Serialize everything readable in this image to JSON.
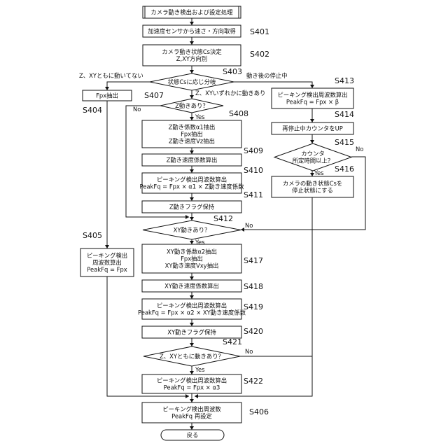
{
  "nodes": [
    {
      "id": "start",
      "shape": "start",
      "lines": [
        "カメラ動き検出および設定処理"
      ]
    },
    {
      "id": "s401",
      "shape": "process",
      "lines": [
        "加速度センサから速さ・方向取得"
      ]
    },
    {
      "id": "s402",
      "shape": "process",
      "lines": [
        "カメラ動き状態Cs決定",
        "Z,XY方向別"
      ]
    },
    {
      "id": "s403",
      "shape": "decision",
      "lines": [
        "状態Csに応じ分岐"
      ]
    },
    {
      "id": "s404",
      "shape": "process",
      "lines": [
        "Fpx抽出"
      ]
    },
    {
      "id": "s405",
      "shape": "process",
      "lines": [
        "ピーキング検出",
        "周波数算出",
        "PeakFq = Fpx"
      ]
    },
    {
      "id": "s407",
      "shape": "decision",
      "lines": [
        "Z動きあり？"
      ]
    },
    {
      "id": "s408",
      "shape": "process",
      "lines": [
        "Z動き係数α1抽出",
        "Fpx抽出",
        "Z動き速度Vz抽出"
      ]
    },
    {
      "id": "s409",
      "shape": "process",
      "lines": [
        "Z動き速度係数算出"
      ]
    },
    {
      "id": "s410",
      "shape": "process",
      "lines": [
        "ピーキング検出周波数算出",
        "PeakFq = Fpx × α1 × Z動き速度係数"
      ]
    },
    {
      "id": "s411",
      "shape": "process",
      "lines": [
        "Z動きフラグ保持"
      ]
    },
    {
      "id": "s412",
      "shape": "decision",
      "lines": [
        "XY動きあり？"
      ]
    },
    {
      "id": "s417",
      "shape": "process",
      "lines": [
        "XY動き係数α2抽出",
        "Fpx抽出",
        "XY動き速度Vxy抽出"
      ]
    },
    {
      "id": "s418",
      "shape": "process",
      "lines": [
        "XY動き速度係数算出"
      ]
    },
    {
      "id": "s419",
      "shape": "process",
      "lines": [
        "ピーキング検出周波数算出",
        "PeakFq = Fpx × α2 × XY動き速度係数"
      ]
    },
    {
      "id": "s420",
      "shape": "process",
      "lines": [
        "XY動きフラグ保持"
      ]
    },
    {
      "id": "s421",
      "shape": "decision",
      "lines": [
        "Z、XYともに動きあり？"
      ]
    },
    {
      "id": "s422",
      "shape": "process",
      "lines": [
        "ピーキング検出周波数算出",
        "PeakFq = Fpx × α3"
      ]
    },
    {
      "id": "s406",
      "shape": "process",
      "lines": [
        "ピーキング検出周波数",
        "PeakFq 再設定"
      ]
    },
    {
      "id": "return",
      "shape": "terminal",
      "lines": [
        "戻る"
      ]
    },
    {
      "id": "s413",
      "shape": "process",
      "lines": [
        "ピーキング検出周波数算出",
        "PeakFq = Fpx × β"
      ]
    },
    {
      "id": "s414",
      "shape": "process",
      "lines": [
        "再停止中カウンタをUP"
      ]
    },
    {
      "id": "s415",
      "shape": "decision",
      "lines": [
        "カウンタ",
        "所定時間以上？"
      ]
    },
    {
      "id": "s416",
      "shape": "process",
      "lines": [
        "カメラの動き状態Csを",
        "停止状態にする"
      ]
    }
  ],
  "step_labels": {
    "s401": "S401",
    "s402": "S402",
    "s403": "S403",
    "s404": "S404",
    "s405": "S405",
    "s406": "S406",
    "s407": "S407",
    "s408": "S408",
    "s409": "S409",
    "s410": "S410",
    "s411": "S411",
    "s412": "S412",
    "s413": "S413",
    "s414": "S414",
    "s415": "S415",
    "s416": "S416",
    "s417": "S417",
    "s418": "S418",
    "s419": "S419",
    "s420": "S420",
    "s421": "S421",
    "s422": "S422"
  },
  "edge_labels": [
    {
      "id": "s403-left",
      "text": "Z、XYともに動いてない"
    },
    {
      "id": "s403-down",
      "text": "Z、XYいずれかに動きあり"
    },
    {
      "id": "s403-right",
      "text": "動き後の停止中"
    },
    {
      "id": "s407-no",
      "text": "No"
    },
    {
      "id": "s407-yes",
      "text": "Yes"
    },
    {
      "id": "s412-yes",
      "text": "Yes"
    },
    {
      "id": "s412-no",
      "text": "No"
    },
    {
      "id": "s421-no",
      "text": "No"
    },
    {
      "id": "s421-yes",
      "text": "Yes"
    },
    {
      "id": "s415-no",
      "text": "No"
    },
    {
      "id": "s415-yes",
      "text": "Yes"
    }
  ]
}
